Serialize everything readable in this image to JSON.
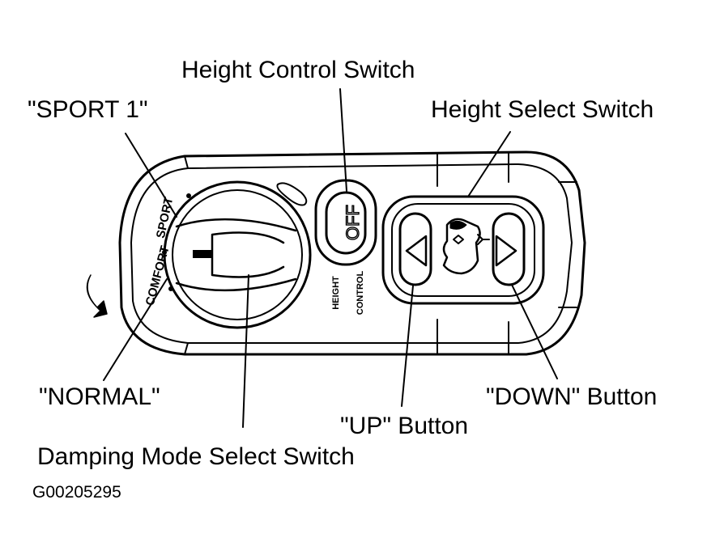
{
  "labels": {
    "height_control_switch": "Height Control Switch",
    "sport1": "\"SPORT 1\"",
    "height_select_switch": "Height Select Switch",
    "normal": "\"NORMAL\"",
    "damping_mode_select_switch": "Damping Mode Select Switch",
    "up_button": "\"UP\" Button",
    "down_button": "\"DOWN\" Button"
  },
  "panel_text": {
    "off": "OFF",
    "height_control_line1": "HEIGHT",
    "height_control_line2": "CONTROL",
    "comfort": "COMFORT",
    "sport": "SPORT"
  },
  "figure_id": "G00205295",
  "colors": {
    "line": "#000000",
    "background": "#ffffff"
  }
}
